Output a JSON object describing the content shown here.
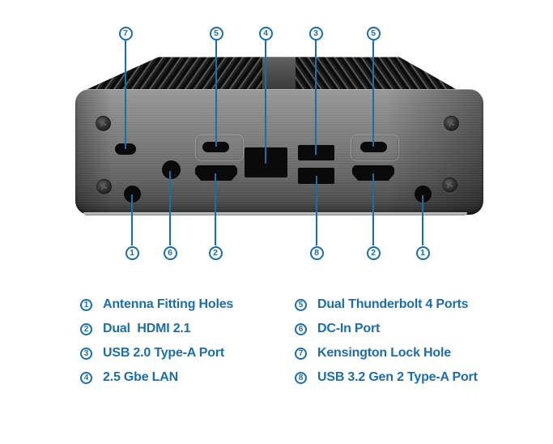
{
  "colors": {
    "accent": "#1c6ea9",
    "panel_gray": "#7a7a7a",
    "port_black": "#0a0a0a",
    "background": "#ffffff"
  },
  "callouts": {
    "top": [
      "7",
      "5",
      "4",
      "3",
      "5"
    ],
    "bottom": [
      "1",
      "6",
      "2",
      "8",
      "2",
      "1"
    ]
  },
  "legend": {
    "items_left": [
      {
        "num": "1",
        "label": "Antenna Fitting Holes"
      },
      {
        "num": "2",
        "label": "Dual  HDMI 2.1"
      },
      {
        "num": "3",
        "label": "USB 2.0 Type-A Port"
      },
      {
        "num": "4",
        "label": "2.5 Gbe LAN"
      }
    ],
    "items_right": [
      {
        "num": "5",
        "label": "Dual Thunderbolt 4 Ports"
      },
      {
        "num": "6",
        "label": "DC-In Port"
      },
      {
        "num": "7",
        "label": "Kensington Lock Hole"
      },
      {
        "num": "8",
        "label": "USB 3.2 Gen 2 Type-A Port"
      }
    ]
  }
}
